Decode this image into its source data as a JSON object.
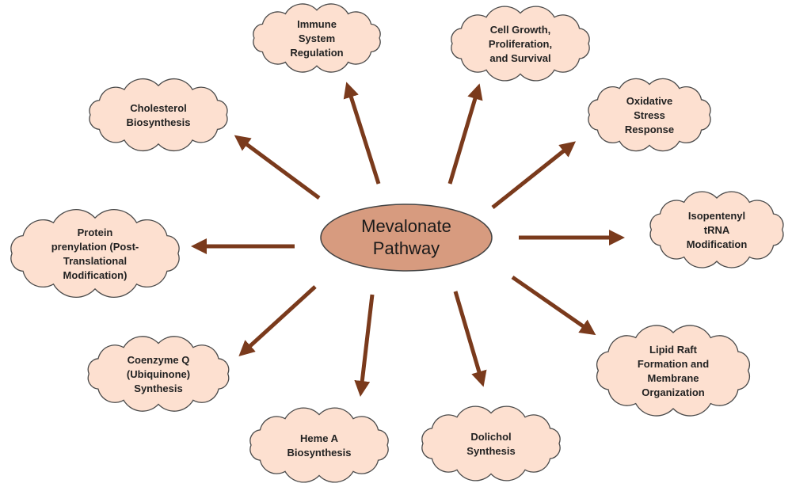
{
  "center": {
    "lines": [
      "Mevalonate",
      "Pathway"
    ],
    "fill": "#d79b7f",
    "stroke": "#444444"
  },
  "colors": {
    "cloud_fill": "#fde0d0",
    "cloud_stroke": "#4a4a4a",
    "arrow": "#7a3a1c"
  },
  "nodes": [
    {
      "id": "immune-system-regulation",
      "lines": [
        "Immune",
        "System",
        "Regulation"
      ]
    },
    {
      "id": "cell-growth-proliferation-survival",
      "lines": [
        "Cell Growth,",
        "Proliferation,",
        "and Survival"
      ]
    },
    {
      "id": "cholesterol-biosynthesis",
      "lines": [
        "Cholesterol",
        "Biosynthesis"
      ]
    },
    {
      "id": "oxidative-stress-response",
      "lines": [
        "Oxidative",
        "Stress",
        "Response"
      ]
    },
    {
      "id": "protein-prenylation",
      "lines": [
        "Protein",
        "prenylation (Post-",
        "Translational",
        "Modification)"
      ]
    },
    {
      "id": "isopentenyl-trna-modification",
      "lines": [
        "Isopentenyl",
        "tRNA",
        "Modification"
      ]
    },
    {
      "id": "coenzyme-q-synthesis",
      "lines": [
        "Coenzyme Q",
        "(Ubiquinone)",
        "Synthesis"
      ]
    },
    {
      "id": "lipid-raft-formation",
      "lines": [
        "Lipid Raft",
        "Formation and",
        "Membrane",
        "Organization"
      ]
    },
    {
      "id": "heme-a-biosynthesis",
      "lines": [
        "Heme A",
        "Biosynthesis"
      ]
    },
    {
      "id": "dolichol-synthesis",
      "lines": [
        "Dolichol",
        "Synthesis"
      ]
    }
  ]
}
